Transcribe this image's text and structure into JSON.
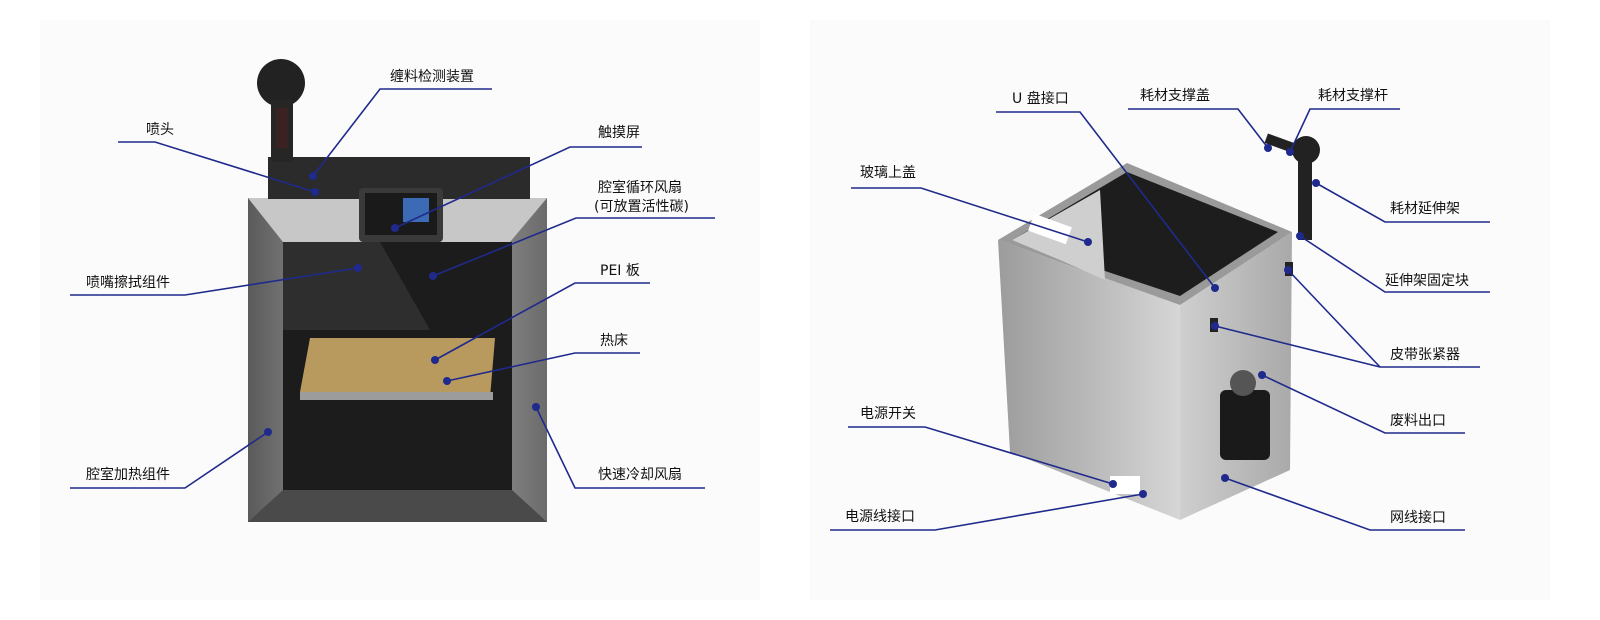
{
  "left_printer": {
    "labels": {
      "filament_detector": "缠料检测装置",
      "nozzle": "喷头",
      "touchscreen": "触摸屏",
      "chamber_fan": "腔室循环风扇",
      "chamber_fan_note": "(可放置活性碳)",
      "pei_plate": "PEI 板",
      "heatbed": "热床",
      "nozzle_wiper": "喷嘴擦拭组件",
      "chamber_heater": "腔室加热组件",
      "cooling_fan": "快速冷却风扇"
    }
  },
  "right_printer": {
    "labels": {
      "usb_port": "U 盘接口",
      "spool_cap": "耗材支撑盖",
      "spool_rod": "耗材支撑杆",
      "glass_lid": "玻璃上盖",
      "extension_arm": "耗材延伸架",
      "arm_block": "延伸架固定块",
      "belt_tensioner": "皮带张紧器",
      "waste_outlet": "废料出口",
      "ethernet_port": "网线接口",
      "power_switch": "电源开关",
      "power_port": "电源线接口"
    }
  },
  "colors": {
    "leader": "#1f2a8c",
    "dot": "#1f2a8c"
  }
}
